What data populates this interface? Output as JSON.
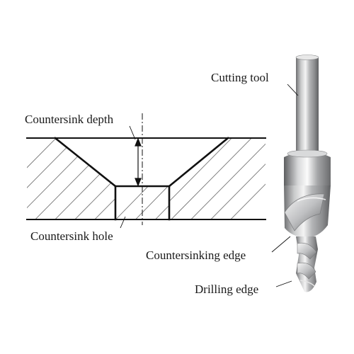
{
  "labels": {
    "countersink_depth": "Countersink depth",
    "countersink_hole": "Countersink hole",
    "cutting_tool": "Cutting tool",
    "countersinking_edge": "Countersinking edge",
    "drilling_edge": "Drilling edge"
  },
  "colors": {
    "ink": "#111111",
    "hatch": "#777777",
    "steel_dark": "#6f7072",
    "steel_light": "#f2f2f2"
  }
}
